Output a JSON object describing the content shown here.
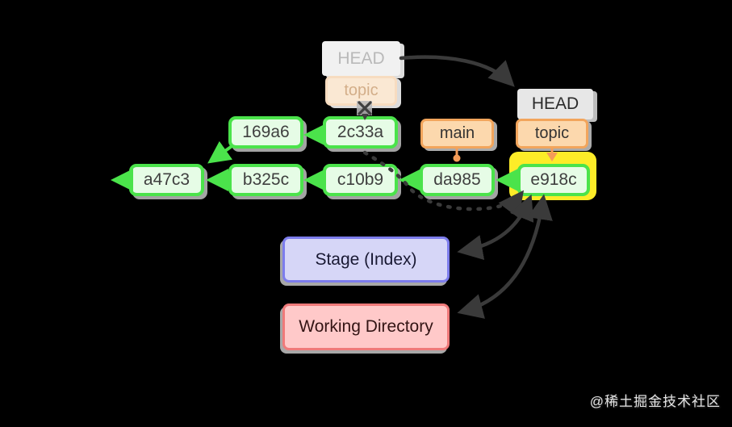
{
  "commits": [
    {
      "id": "a47c3"
    },
    {
      "id": "b325c"
    },
    {
      "id": "169a6"
    },
    {
      "id": "2c33a"
    },
    {
      "id": "c10b9"
    },
    {
      "id": "da985"
    },
    {
      "id": "e918c",
      "highlighted": true
    }
  ],
  "refs": {
    "old_head": {
      "label": "HEAD",
      "state": "faded",
      "detached_from": "2c33a"
    },
    "old_topic": {
      "label": "topic",
      "state": "faded"
    },
    "new_head": {
      "label": "HEAD"
    },
    "new_topic": {
      "label": "topic",
      "points_to": "e918c"
    },
    "main": {
      "label": "main",
      "points_to": "da985"
    }
  },
  "areas": {
    "stage_label": "Stage (Index)",
    "working_directory_label": "Working Directory"
  },
  "edges": [
    {
      "from": "b325c",
      "to": "a47c3",
      "style": "solid-green"
    },
    {
      "from": "c10b9",
      "to": "b325c",
      "style": "solid-green"
    },
    {
      "from": "da985",
      "to": "c10b9",
      "style": "solid-green"
    },
    {
      "from": "e918c",
      "to": "da985",
      "style": "solid-green"
    },
    {
      "from": "2c33a",
      "to": "169a6",
      "style": "solid-green"
    },
    {
      "from": "169a6",
      "to": "a47c3",
      "style": "solid-green"
    },
    {
      "from": "a47c3",
      "to": "offscreen-parent",
      "style": "solid-green"
    },
    {
      "from": "old-HEAD",
      "to": "new-HEAD",
      "style": "solid-dark"
    },
    {
      "from": "2c33a",
      "to": "e918c",
      "style": "dashed-dark"
    },
    {
      "from": "e918c",
      "to": "Stage (Index)",
      "style": "solid-dark"
    },
    {
      "from": "e918c",
      "to": "Working Directory",
      "style": "solid-dark"
    }
  ],
  "watermark": "@稀土掘金技术社区",
  "colors": {
    "background": "#000000",
    "commit_border": "#4be34b",
    "commit_fill": "#e6fce6",
    "branch_fill": "#fcd8ad",
    "branch_border": "#f2a55c",
    "head_fill": "#e7e7e7",
    "highlight_yellow": "#fdec28",
    "stage_fill": "#d6d6f7",
    "stage_border": "#7d7dec",
    "working_dir_fill": "#ffc9c9",
    "working_dir_border": "#ef7a7a",
    "edge_dark": "#3a3a3a"
  }
}
